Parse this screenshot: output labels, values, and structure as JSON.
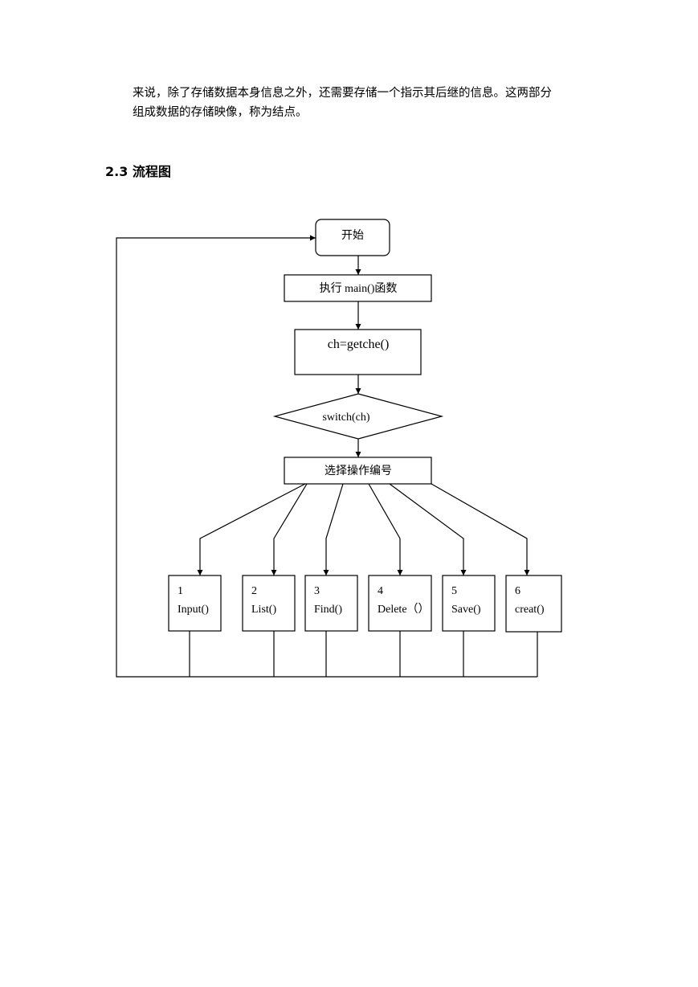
{
  "paragraph": {
    "line1": "来说，除了存储数据本身信息之外，还需要存储一个指示其后继的信息。这两部分",
    "line2": "组成数据的存储映像，称为结点。"
  },
  "section_heading": "2.3 流程图",
  "flowchart": {
    "start": "开始",
    "exec_main": "执行 main()函数",
    "getche": "ch=getche()",
    "switch": "switch(ch)",
    "select": "选择操作编号",
    "options": [
      {
        "num": "1",
        "func": "Input()"
      },
      {
        "num": "2",
        "func": "List()"
      },
      {
        "num": "3",
        "func": "Find()"
      },
      {
        "num": "4",
        "func": "Delete（）"
      },
      {
        "num": "5",
        "func": "Save()"
      },
      {
        "num": "6",
        "func": "creat()"
      }
    ]
  }
}
